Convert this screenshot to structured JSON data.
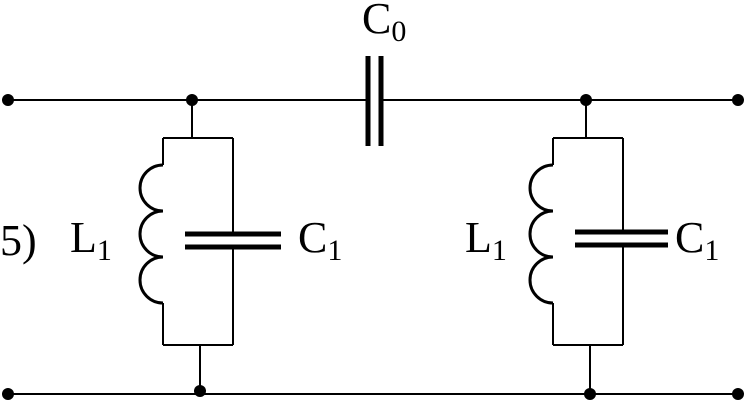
{
  "figure": {
    "index_label": "5)",
    "series_capacitor": {
      "symbol": "C",
      "subscript": "0"
    },
    "left_tank": {
      "inductor": {
        "symbol": "L",
        "subscript": "1"
      },
      "capacitor": {
        "symbol": "C",
        "subscript": "1"
      }
    },
    "right_tank": {
      "inductor": {
        "symbol": "L",
        "subscript": "1"
      },
      "capacitor": {
        "symbol": "C",
        "subscript": "1"
      }
    }
  }
}
